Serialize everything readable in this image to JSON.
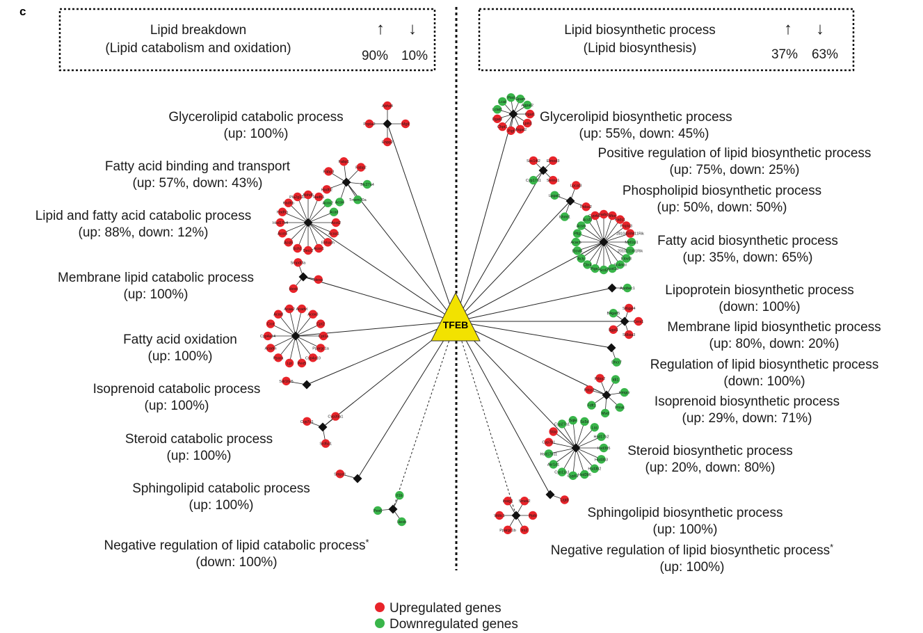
{
  "panel_letter": "c",
  "hub": {
    "label": "TFEB",
    "color": "#f2e200"
  },
  "colors": {
    "up": "#e8242a",
    "down": "#39b54a",
    "node": "#111111"
  },
  "left_box": {
    "title": "Lipid breakdown",
    "subtitle": "(Lipid catabolism and oxidation)",
    "up_arrow": "↑",
    "down_arrow": "↓",
    "up_pct": "90%",
    "down_pct": "10%"
  },
  "right_box": {
    "title": "Lipid biosynthetic process",
    "subtitle": "(Lipid biosynthesis)",
    "up_arrow": "↑",
    "down_arrow": "↓",
    "up_pct": "37%",
    "down_pct": "63%"
  },
  "terms": [
    {
      "id": "glycerolipid-catabolic",
      "side": "left",
      "name": "Glycerolipid catabolic process",
      "stat": "(up: 100%)",
      "genes": [
        {
          "g": "Pnpla2",
          "s": "up"
        },
        {
          "g": "Abhd4",
          "s": "up"
        },
        {
          "g": "Mgll",
          "s": "up"
        },
        {
          "g": "Enpp2",
          "s": "up"
        }
      ]
    },
    {
      "id": "fatty-acid-binding",
      "side": "left",
      "name": "Fatty acid binding and transport",
      "stat": "(up: 57%, down: 43%)",
      "genes": [
        {
          "g": "Hadh2",
          "s": "up"
        },
        {
          "g": "Fabp3",
          "s": "up"
        },
        {
          "g": "Fabp1",
          "s": "up"
        },
        {
          "g": "Fabp2",
          "s": "up"
        },
        {
          "g": "Slc27a4",
          "s": "down"
        },
        {
          "g": "Tmem30a",
          "s": "down"
        },
        {
          "g": "Acsl4",
          "s": "down"
        }
      ]
    },
    {
      "id": "lipid-fa-catabolic",
      "side": "left",
      "name": "Lipid and fatty acid catabolic process",
      "stat": "(up: 88%, down: 12%)",
      "genes": [
        {
          "g": "Acot2",
          "s": "up"
        },
        {
          "g": "Acaa1",
          "s": "up"
        },
        {
          "g": "Ehhadh",
          "s": "up"
        },
        {
          "g": "Acox1",
          "s": "up"
        },
        {
          "g": "Decr2",
          "s": "up"
        },
        {
          "g": "Ech1",
          "s": "up"
        },
        {
          "g": "Acsl5",
          "s": "up"
        },
        {
          "g": "Acot4",
          "s": "up"
        },
        {
          "g": "Hsd17b4",
          "s": "up"
        },
        {
          "g": "Hadha",
          "s": "up"
        },
        {
          "g": "Hadhb",
          "s": "up"
        },
        {
          "g": "Pla2g12a",
          "s": "up"
        },
        {
          "g": "Abhd5",
          "s": "up"
        },
        {
          "g": "Hadh1",
          "s": "up"
        },
        {
          "g": "Acox2",
          "s": "down"
        },
        {
          "g": "Acad",
          "s": "down"
        }
      ]
    },
    {
      "id": "membrane-lipid-catabolic",
      "side": "left",
      "name": "Membrane lipid catabolic process",
      "stat": "(up: 100%)",
      "genes": [
        {
          "g": "Hexb",
          "s": "up"
        },
        {
          "g": "Smpdl3a",
          "s": "up"
        },
        {
          "g": "Hexa",
          "s": "up"
        }
      ]
    },
    {
      "id": "fatty-acid-oxidation",
      "side": "left",
      "name": "Fatty acid oxidation",
      "stat": "(up: 100%)",
      "genes": [
        {
          "g": "Cpt1a",
          "s": "up"
        },
        {
          "g": "Ppargc1a",
          "s": "up"
        },
        {
          "g": "Cyp4a10",
          "s": "up"
        },
        {
          "g": "Pex5",
          "s": "up"
        },
        {
          "g": "Lpl",
          "s": "up"
        },
        {
          "g": "Ppara",
          "s": "up"
        },
        {
          "g": "Acadm",
          "s": "up"
        },
        {
          "g": "Cyp4a14",
          "s": "up"
        },
        {
          "g": "Crot",
          "s": "up"
        },
        {
          "g": "Acadl",
          "s": "up"
        },
        {
          "g": "Acaa2",
          "s": "up"
        },
        {
          "g": "Acadvl",
          "s": "up"
        },
        {
          "g": "Acox3",
          "s": "up"
        },
        {
          "g": "Cpt2",
          "s": "up"
        }
      ]
    },
    {
      "id": "isoprenoid-catabolic",
      "side": "left",
      "name": "Isoprenoid catabolic process",
      "stat": "(up: 100%)",
      "genes": [
        {
          "g": "Sdr16c5",
          "s": "up"
        }
      ]
    },
    {
      "id": "steroid-catabolic",
      "side": "left",
      "name": "Steroid catabolic process",
      "stat": "(up: 100%)",
      "genes": [
        {
          "g": "Cyp7a1",
          "s": "up"
        },
        {
          "g": "Cyp39a1",
          "s": "up"
        },
        {
          "g": "Srd5a1",
          "s": "up"
        }
      ]
    },
    {
      "id": "sphingolipid-catabolic",
      "side": "left",
      "name": "Sphingolipid catabolic process",
      "stat": "(up: 100%)",
      "genes": [
        {
          "g": "Smpd1",
          "s": "up"
        }
      ]
    },
    {
      "id": "neg-reg-lipid-catabolic",
      "side": "left",
      "name": "Negative regulation of lipid catabolic process",
      "star": "*",
      "stat": "(down: 100%)",
      "genes": [
        {
          "g": "Pex6",
          "s": "down"
        },
        {
          "g": "Il1b",
          "s": "down"
        },
        {
          "g": "Hexb",
          "s": "down"
        }
      ]
    },
    {
      "id": "glycerolipid-biosynthetic",
      "side": "right",
      "name": "Glycerolipid biosynthetic process",
      "stat": "(up: 55%, down: 45%)",
      "genes": [
        {
          "g": "Dgat1",
          "s": "up"
        },
        {
          "g": "Lpin1",
          "s": "up"
        },
        {
          "g": "Mogat2",
          "s": "up"
        },
        {
          "g": "Pigf",
          "s": "up"
        },
        {
          "g": "Chpt1",
          "s": "up"
        },
        {
          "g": "Dgat2",
          "s": "up"
        },
        {
          "g": "Lclat1",
          "s": "down"
        },
        {
          "g": "Lcat",
          "s": "down"
        },
        {
          "g": "Pisd",
          "s": "down"
        },
        {
          "g": "Gpam",
          "s": "down"
        },
        {
          "g": "Agpat2",
          "s": "down"
        }
      ]
    },
    {
      "id": "pos-reg-lipid-biosynthetic",
      "side": "right",
      "name": "Positive regulation of lipid biosynthetic process",
      "stat": "(up: 75%, down: 25%)",
      "genes": [
        {
          "g": "Cyp17a1",
          "s": "down"
        },
        {
          "g": "Sec14l2",
          "s": "up"
        },
        {
          "g": "Elmod3",
          "s": "up"
        },
        {
          "g": "Serinc1",
          "s": "up"
        }
      ]
    },
    {
      "id": "phospholipid-biosynthetic",
      "side": "right",
      "name": "Phospholipid biosynthetic process",
      "stat": "(up: 50%, down: 50%)",
      "genes": [
        {
          "g": "Ishmt1",
          "s": "down"
        },
        {
          "g": "Lpgat1",
          "s": "down"
        },
        {
          "g": "Lpcat3",
          "s": "up"
        },
        {
          "g": "Ptdss2",
          "s": "up"
        }
      ]
    },
    {
      "id": "fatty-acid-biosynthetic",
      "side": "right",
      "name": "Fatty acid biosynthetic process",
      "stat": "(up: 35%, down: 65%)",
      "genes": [
        {
          "g": "Mid1ip1",
          "s": "down"
        },
        {
          "g": "2010111I01Rik",
          "s": "down"
        },
        {
          "g": "Elovl3",
          "s": "down"
        },
        {
          "g": "Sc4mol",
          "s": "down"
        },
        {
          "g": "Acot1a",
          "s": "down"
        },
        {
          "g": "Scd2",
          "s": "down"
        },
        {
          "g": "Ptgs1",
          "s": "down"
        },
        {
          "g": "Cbr4",
          "s": "down"
        },
        {
          "g": "Acly",
          "s": "down"
        },
        {
          "g": "Elovl6",
          "s": "down"
        },
        {
          "g": "Acacb",
          "s": "down"
        },
        {
          "g": "Pltp",
          "s": "down"
        },
        {
          "g": "Acsm",
          "s": "down"
        },
        {
          "g": "Acsf3",
          "s": "down"
        },
        {
          "g": "Cyp4a2",
          "s": "up"
        },
        {
          "g": "Fads2",
          "s": "up"
        },
        {
          "g": "Mtor",
          "s": "up"
        },
        {
          "g": "Fads1",
          "s": "up"
        },
        {
          "g": "Pnpla3",
          "s": "up"
        },
        {
          "g": "2810459M11Rik",
          "s": "up"
        }
      ]
    },
    {
      "id": "lipoprotein-biosynthetic",
      "side": "right",
      "name": "Lipoprotein biosynthetic process",
      "stat": "(down: 100%)",
      "genes": [
        {
          "g": "Apobec1",
          "s": "down"
        }
      ]
    },
    {
      "id": "membrane-lipid-biosynthetic",
      "side": "right",
      "name": "Membrane lipid biosynthetic process",
      "stat": "(up: 80%, down: 20%)",
      "genes": [
        {
          "g": "Cers1",
          "s": "up"
        },
        {
          "g": "St8sia3",
          "s": "up"
        },
        {
          "g": "Sgpl1",
          "s": "up"
        },
        {
          "g": "B4galt5",
          "s": "down"
        },
        {
          "g": "St6gal4",
          "s": "up"
        }
      ]
    },
    {
      "id": "reg-lipid-biosynthetic",
      "side": "right",
      "name": "Regulation of lipid biosynthetic process",
      "stat": "(down: 100%)",
      "genes": [
        {
          "g": "Dhcr7",
          "s": "down"
        }
      ]
    },
    {
      "id": "isoprenoid-biosynthetic",
      "side": "right",
      "name": "Isoprenoid biosynthetic process",
      "stat": "(up: 29%, down: 71%)",
      "genes": [
        {
          "g": "Idi1",
          "s": "down"
        },
        {
          "g": "Hmgcr",
          "s": "down"
        },
        {
          "g": "Pmvk",
          "s": "down"
        },
        {
          "g": "Mvd",
          "s": "down"
        },
        {
          "g": "Fdft1",
          "s": "down"
        },
        {
          "g": "Pdss1",
          "s": "up"
        },
        {
          "g": "Pdss2",
          "s": "up"
        }
      ]
    },
    {
      "id": "steroid-biosynthetic",
      "side": "right",
      "name": "Steroid biosynthetic process",
      "stat": "(up: 20%, down: 80%)",
      "genes": [
        {
          "g": "Hsd3b5",
          "s": "down"
        },
        {
          "g": "Hsd3b3",
          "s": "down"
        },
        {
          "g": "Hsd3b2",
          "s": "down"
        },
        {
          "g": "Hsd3b6",
          "s": "down"
        },
        {
          "g": "Cyp51",
          "s": "down"
        },
        {
          "g": "Cyp11a1",
          "s": "down"
        },
        {
          "g": "Akr1d1",
          "s": "down"
        },
        {
          "g": "Hsd17b11",
          "s": "down"
        },
        {
          "g": "Cyp7b1",
          "s": "up"
        },
        {
          "g": "Star",
          "s": "up"
        },
        {
          "g": "Cyp27a1",
          "s": "down"
        },
        {
          "g": "Sqle",
          "s": "down"
        },
        {
          "g": "Sc5d",
          "s": "down"
        },
        {
          "g": "Lss",
          "s": "down"
        },
        {
          "g": "Hsd17b2",
          "s": "down"
        }
      ]
    },
    {
      "id": "sphingolipid-biosynthetic",
      "side": "right",
      "name": "Sphingolipid biosynthetic process",
      "stat": "(up: 100%)",
      "genes": [
        {
          "g": "Ugt8",
          "s": "up"
        }
      ]
    },
    {
      "id": "neg-reg-lipid-biosynthetic",
      "side": "right",
      "name": "Negative regulation of lipid biosynthetic process",
      "star": "*",
      "stat": "(up: 100%)",
      "genes": [
        {
          "g": "Ppib",
          "s": "up"
        },
        {
          "g": "Irs2",
          "s": "up"
        },
        {
          "g": "Ppargc1b",
          "s": "up"
        },
        {
          "g": "Wdtc1",
          "s": "up"
        },
        {
          "g": "Insig2",
          "s": "up"
        },
        {
          "g": "Smek2",
          "s": "up"
        }
      ]
    }
  ],
  "legend": {
    "up": "Upregulated genes",
    "down": "Downregulated genes"
  }
}
